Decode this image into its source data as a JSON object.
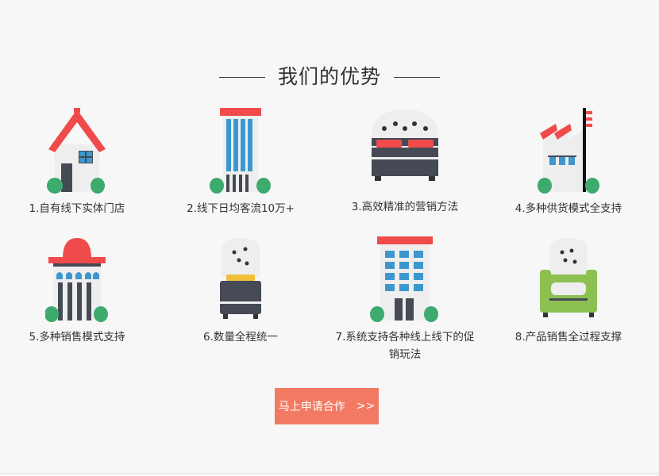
{
  "section": {
    "title": "我们的优势"
  },
  "advantages": [
    {
      "label": "1.自有线下实体门店",
      "icon": "house-icon"
    },
    {
      "label": "2.线下日均客流10万+",
      "icon": "skyscraper-icon"
    },
    {
      "label": "3.高效精准的营销方法",
      "icon": "bed-icon"
    },
    {
      "label": "4.多种供货模式全支持",
      "icon": "factory-icon"
    },
    {
      "label": "5.多种销售模式支持",
      "icon": "mall-icon"
    },
    {
      "label": "6.数量全程统一",
      "icon": "chair-icon"
    },
    {
      "label": "7.系统支持各种线上线下的促销玩法",
      "icon": "office-building-icon"
    },
    {
      "label": "8.产品销售全过程支撑",
      "icon": "armchair-icon"
    }
  ],
  "cta": {
    "label": "马上申请合作",
    "arrow": ">>"
  },
  "colors": {
    "red": "#f04b4b",
    "blue": "#3d97cf",
    "green": "#3daa6e",
    "dark": "#454a55",
    "button": "#f27a62"
  }
}
